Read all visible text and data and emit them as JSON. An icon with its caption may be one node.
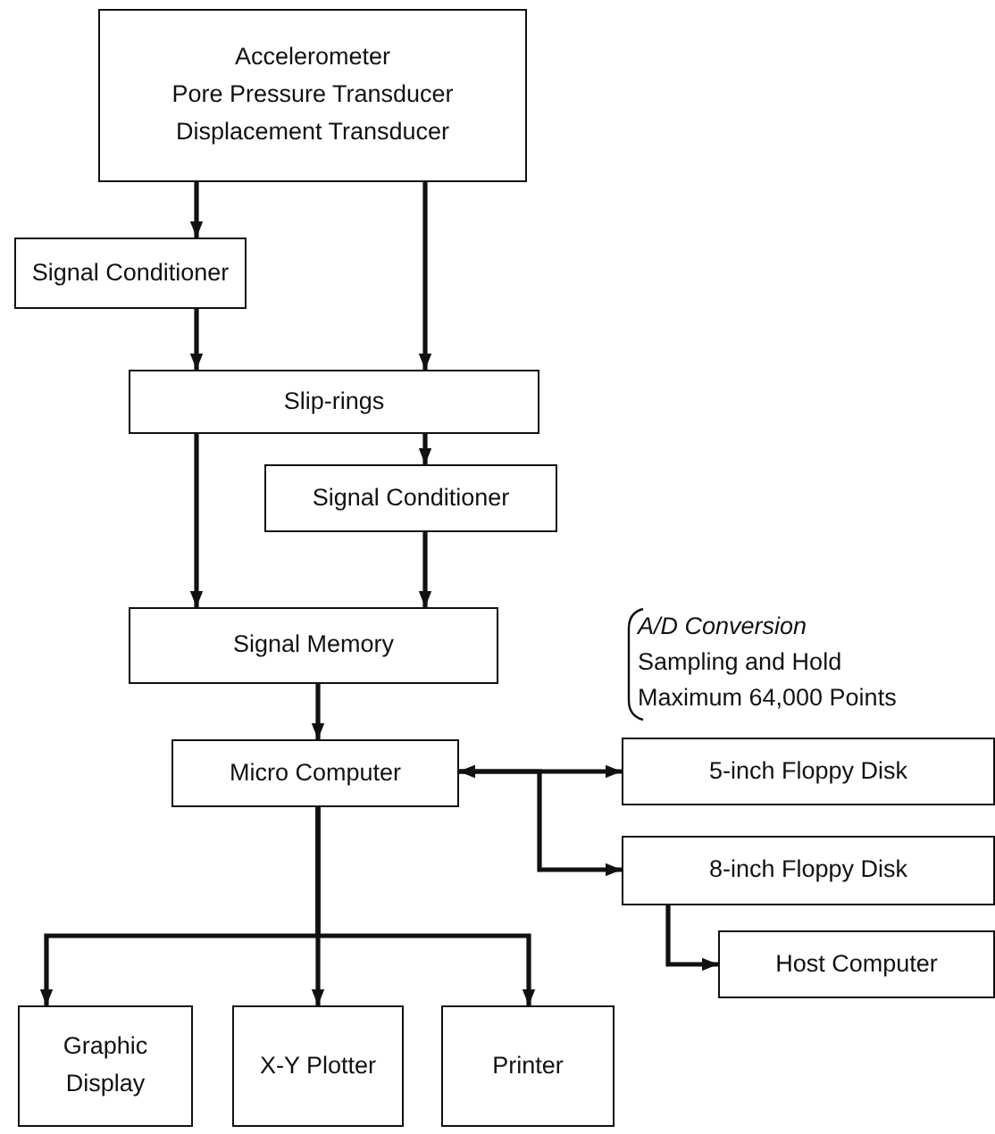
{
  "diagram": {
    "nodes": [
      {
        "text": [
          "Accelerometer",
          "Pore Pressure Transducer",
          "Displacement Transducer"
        ]
      },
      {
        "text": [
          "Signal Conditioner"
        ]
      },
      {
        "text": [
          "Slip-rings"
        ]
      },
      {
        "text": [
          "Signal Conditioner"
        ]
      },
      {
        "text": [
          "Signal Memory"
        ]
      },
      {
        "text": [
          "Micro Computer"
        ]
      },
      {
        "text": [
          "5-inch Floppy Disk"
        ]
      },
      {
        "text": [
          "8-inch Floppy Disk"
        ]
      },
      {
        "text": [
          "Host Computer"
        ]
      },
      {
        "text": [
          "Graphic Display"
        ]
      },
      {
        "text": [
          "X-Y Plotter"
        ]
      },
      {
        "text": [
          "Printer"
        ]
      }
    ],
    "edges": [
      {
        "from": 0,
        "to": 1,
        "arrow": "to"
      },
      {
        "from": 0,
        "to": 2,
        "arrow": "to"
      },
      {
        "from": 1,
        "to": 2,
        "arrow": "to"
      },
      {
        "from": 2,
        "to": 3,
        "arrow": "to"
      },
      {
        "from": 2,
        "to": 4,
        "arrow": "to"
      },
      {
        "from": 3,
        "to": 4,
        "arrow": "to"
      },
      {
        "from": 4,
        "to": 5,
        "arrow": "to"
      },
      {
        "from": 5,
        "to": 6,
        "arrow": "both"
      },
      {
        "from": 5,
        "to": 7,
        "arrow": "both"
      },
      {
        "from": 7,
        "to": 8,
        "arrow": "to"
      },
      {
        "from": 5,
        "to": 9,
        "arrow": "to"
      },
      {
        "from": 5,
        "to": 10,
        "arrow": "to"
      },
      {
        "from": 5,
        "to": 11,
        "arrow": "to"
      }
    ],
    "labels": [
      "A/D Conversion",
      "Sampling and Hold",
      "Maximum 64,000 Points"
    ]
  }
}
